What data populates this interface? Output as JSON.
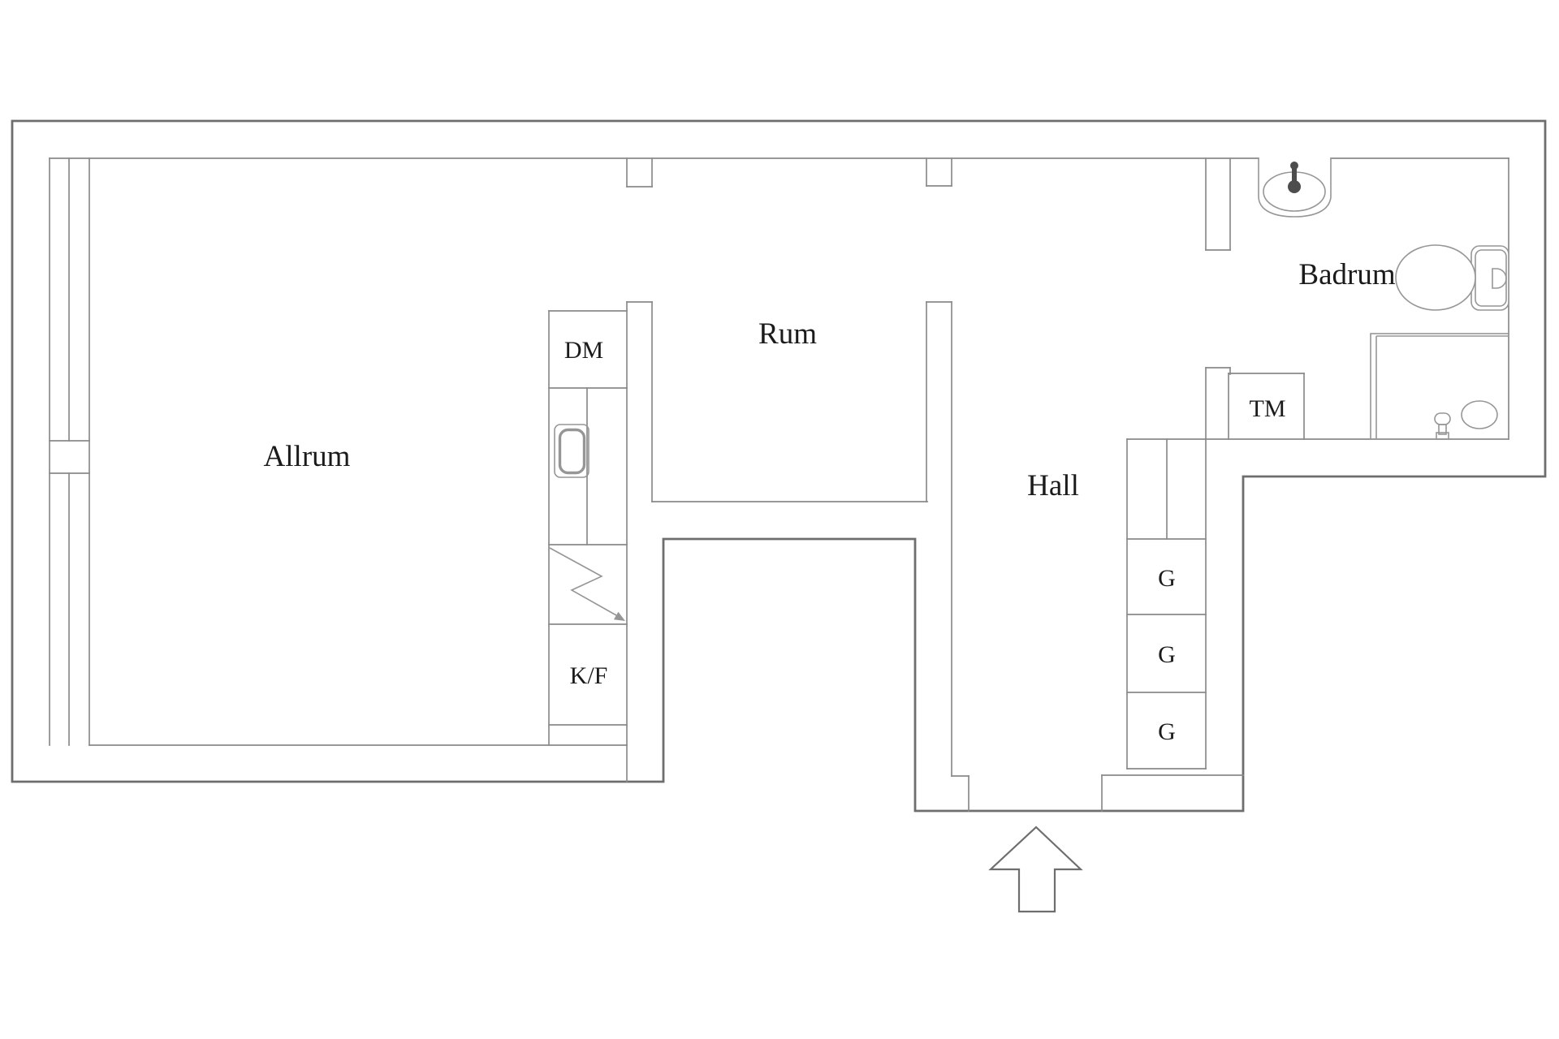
{
  "page": {
    "type": "floor-plan",
    "background": "#ffffff"
  },
  "colors": {
    "outer_wall": "#6e6e6e",
    "inner_wall": "#8a8a8a",
    "fixture": "#969696",
    "fixture_dark": "#4d4d4d",
    "label_text": "#1b1b1b"
  },
  "rooms": {
    "allrum": {
      "label": "Allrum"
    },
    "rum": {
      "label": "Rum"
    },
    "hall": {
      "label": "Hall"
    },
    "badrum": {
      "label": "Badrum"
    }
  },
  "units": {
    "dm": {
      "label": "DM"
    },
    "kf": {
      "label": "K/F"
    },
    "tm": {
      "label": "TM"
    },
    "g_top": {
      "label": "G"
    },
    "g_middle": {
      "label": "G"
    },
    "g_bottom": {
      "label": "G"
    }
  },
  "fixtures": {
    "kitchen_sink": "kitchen-sink",
    "stove": "stove-lightning-symbol",
    "bathroom_sink": "bathroom-sink",
    "toilet": "toilet",
    "bathtub": "bathtub",
    "window_band": "window-band-left",
    "entrance": "entrance-arrow"
  }
}
